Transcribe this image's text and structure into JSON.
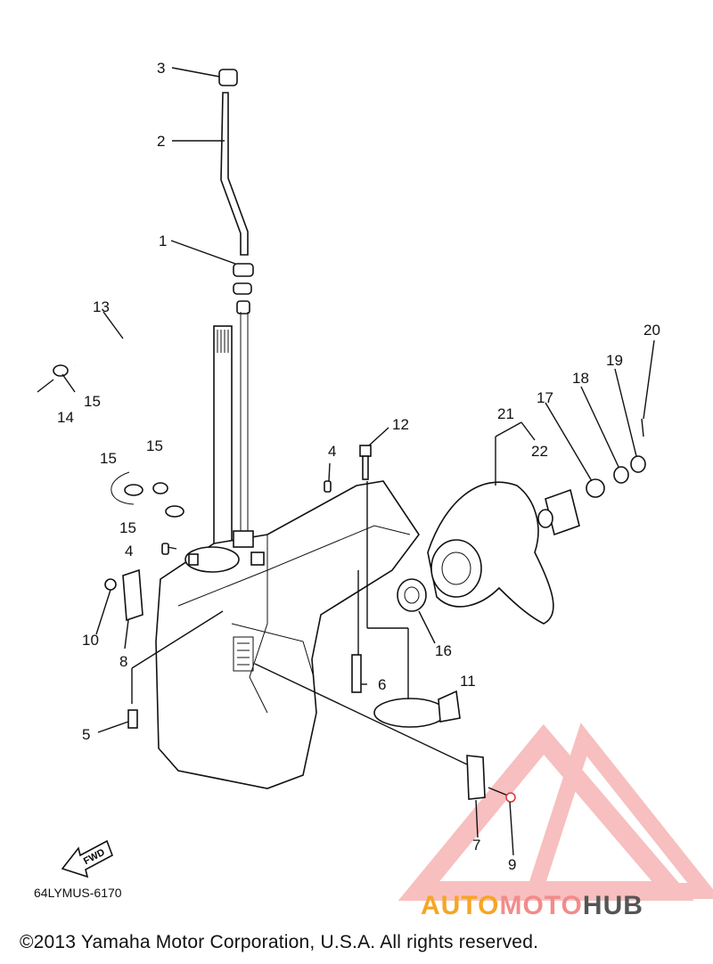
{
  "callouts": {
    "c1": "1",
    "c2": "2",
    "c3": "3",
    "c4a": "4",
    "c4b": "4",
    "c5": "5",
    "c6": "6",
    "c7": "7",
    "c8": "8",
    "c9": "9",
    "c10": "10",
    "c11": "11",
    "c12": "12",
    "c13": "13",
    "c14": "14",
    "c15a": "15",
    "c15b": "15",
    "c15c": "15",
    "c15d": "15",
    "c16": "16",
    "c17": "17",
    "c18": "18",
    "c19": "19",
    "c20": "20",
    "c21": "21",
    "c22": "22"
  },
  "fwd_arrow_label": "FWD",
  "figure_code": "64LYMUS-6170",
  "copyright": "©2013 Yamaha Motor Corporation, U.S.A. All rights reserved.",
  "logo": {
    "part1": "AUTO",
    "part2": "MOTO",
    "part3": "HUB"
  },
  "colors": {
    "logo_orange": "#f5a623",
    "logo_pink": "#f28b8b",
    "logo_grey": "#555555"
  }
}
